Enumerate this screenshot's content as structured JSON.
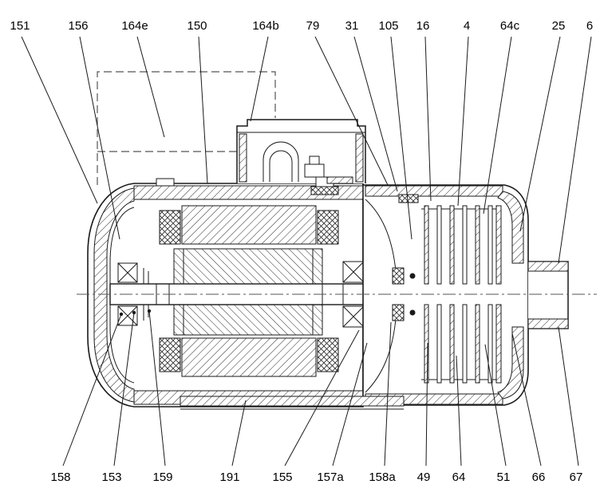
{
  "figure": {
    "kind": "sectional-drawing",
    "subject": "Close-coupled centrifugal pump with electric motor, cross-section with numbered part callouts"
  },
  "colors": {
    "line": "#1a1a1a",
    "centerline": "#555555",
    "background": "#ffffff"
  },
  "labels": {
    "top": [
      "151",
      "156",
      "164e",
      "150",
      "164b",
      "79",
      "31",
      "105",
      "16",
      "4",
      "64c",
      "25",
      "6"
    ],
    "bottom": [
      "158",
      "153",
      "159",
      "191",
      "155",
      "157a",
      "158a",
      "49",
      "64",
      "51",
      "66",
      "67"
    ]
  }
}
